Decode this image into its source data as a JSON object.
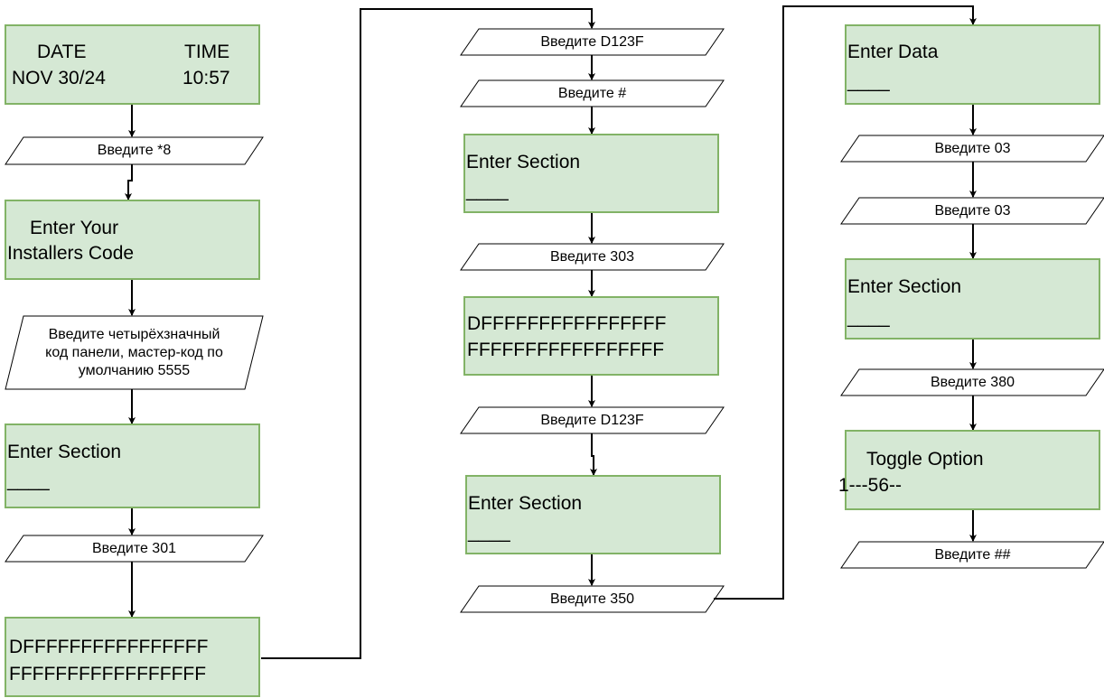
{
  "colors": {
    "process_fill": "#d5e8d4",
    "process_stroke": "#82b366",
    "input_fill": "#ffffff",
    "input_stroke": "#000000",
    "connector": "#000000"
  },
  "column1": {
    "date_label": "DATE",
    "time_label": "TIME",
    "date_value": "NOV 30/24",
    "time_value": "10:57",
    "input_star8": "Введите *8",
    "installer_line1": "Enter Your",
    "installer_line2": "Installers Code",
    "input_code": "Введите четырёхзначный\nкод панели, мастер-код по\nумолчанию 5555",
    "section_title": "Enter Section",
    "section_blank": "____",
    "input_301": "Введите 301",
    "data_line1": "DFFFFFFFFFFFFFFFF",
    "data_line2": "FFFFFFFFFFFFFFFFF"
  },
  "column2": {
    "input_d123f_top": "Введите D123F",
    "input_hash": "Введите #",
    "section1_title": "Enter Section",
    "section1_blank": "____",
    "input_303": "Введите 303",
    "data_line1": "DFFFFFFFFFFFFFFFF",
    "data_line2": "FFFFFFFFFFFFFFFFF",
    "input_d123f_bottom": "Введите D123F",
    "section2_title": "Enter Section",
    "section2_blank": "____",
    "input_350": "Введите 350"
  },
  "column3": {
    "data_title": "Enter Data",
    "data_blank": "____",
    "input_03_first": "Введите 03",
    "input_03_second": "Введите 03",
    "section_title": "Enter Section",
    "section_blank": "____",
    "input_380": "Введите 380",
    "toggle_title": "Toggle Option",
    "toggle_value": "1---56--",
    "input_hashhash": "Введите ##"
  }
}
